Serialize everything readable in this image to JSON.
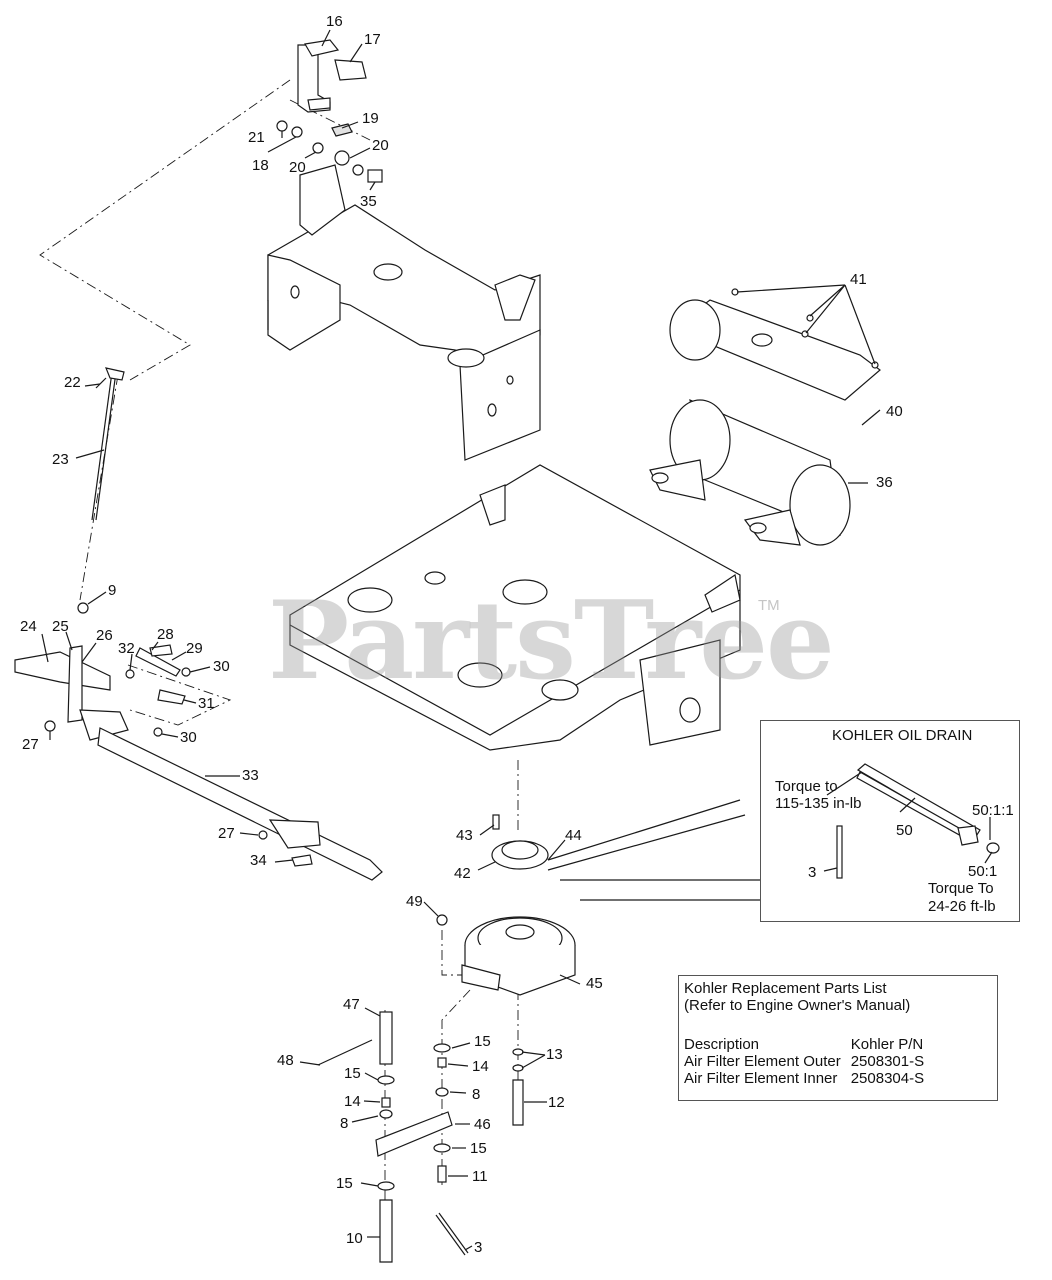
{
  "watermark": {
    "brand": "PartsTree",
    "trademark": "TM"
  },
  "callouts": [
    {
      "id": "16",
      "label": "16"
    },
    {
      "id": "17",
      "label": "17"
    },
    {
      "id": "19",
      "label": "19"
    },
    {
      "id": "21",
      "label": "21"
    },
    {
      "id": "18",
      "label": "18"
    },
    {
      "id": "20a",
      "label": "20"
    },
    {
      "id": "20b",
      "label": "20"
    },
    {
      "id": "35",
      "label": "35"
    },
    {
      "id": "41",
      "label": "41"
    },
    {
      "id": "40",
      "label": "40"
    },
    {
      "id": "36",
      "label": "36"
    },
    {
      "id": "22",
      "label": "22"
    },
    {
      "id": "23",
      "label": "23"
    },
    {
      "id": "9",
      "label": "9"
    },
    {
      "id": "24",
      "label": "24"
    },
    {
      "id": "25",
      "label": "25"
    },
    {
      "id": "26",
      "label": "26"
    },
    {
      "id": "28",
      "label": "28"
    },
    {
      "id": "32",
      "label": "32"
    },
    {
      "id": "29",
      "label": "29"
    },
    {
      "id": "30a",
      "label": "30"
    },
    {
      "id": "31",
      "label": "31"
    },
    {
      "id": "27a",
      "label": "27"
    },
    {
      "id": "30b",
      "label": "30"
    },
    {
      "id": "33",
      "label": "33"
    },
    {
      "id": "27b",
      "label": "27"
    },
    {
      "id": "34",
      "label": "34"
    },
    {
      "id": "43",
      "label": "43"
    },
    {
      "id": "44",
      "label": "44"
    },
    {
      "id": "42",
      "label": "42"
    },
    {
      "id": "49",
      "label": "49"
    },
    {
      "id": "45",
      "label": "45"
    },
    {
      "id": "47",
      "label": "47"
    },
    {
      "id": "48",
      "label": "48"
    },
    {
      "id": "15a",
      "label": "15"
    },
    {
      "id": "15b",
      "label": "15"
    },
    {
      "id": "14a",
      "label": "14"
    },
    {
      "id": "14b",
      "label": "14"
    },
    {
      "id": "8a",
      "label": "8"
    },
    {
      "id": "8b",
      "label": "8"
    },
    {
      "id": "46",
      "label": "46"
    },
    {
      "id": "15c",
      "label": "15"
    },
    {
      "id": "15d",
      "label": "15"
    },
    {
      "id": "11",
      "label": "11"
    },
    {
      "id": "10",
      "label": "10"
    },
    {
      "id": "3a",
      "label": "3"
    },
    {
      "id": "13",
      "label": "13"
    },
    {
      "id": "12",
      "label": "12"
    }
  ],
  "oil_drain_inset": {
    "title": "KOHLER OIL DRAIN",
    "torque_top": "Torque to",
    "torque_top_value": "115-135 in-lb",
    "part_50": "50",
    "part_50_1_1": "50:1:1",
    "part_50_1": "50:1",
    "torque_bottom": "Torque To",
    "torque_bottom_value": "24-26 ft-lb",
    "part_3": "3"
  },
  "replacement_parts": {
    "title": "Kohler Replacement Parts List",
    "subtitle": "(Refer to Engine Owner's Manual)",
    "header_description": "Description",
    "header_pn": "Kohler P/N",
    "rows": [
      {
        "description": "Air Filter Element Outer",
        "pn": "2508301-S"
      },
      {
        "description": "Air Filter Element Inner",
        "pn": "2508304-S"
      }
    ]
  }
}
